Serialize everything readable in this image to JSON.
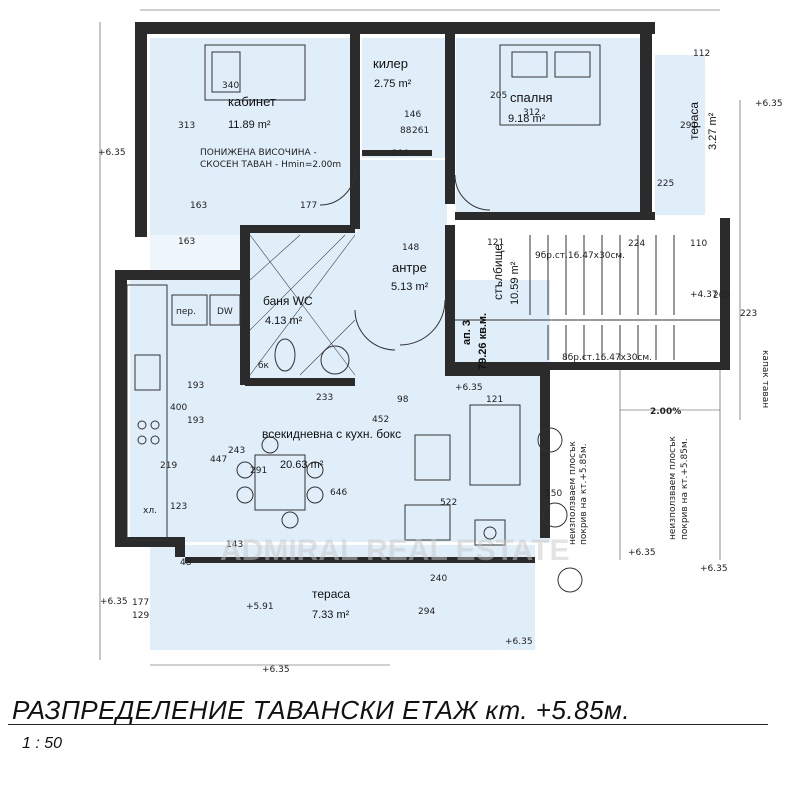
{
  "rooms": [
    {
      "name": "кабинет",
      "area": "11.89 m²"
    },
    {
      "name": "килер",
      "area": "2.75 m²"
    },
    {
      "name": "спалня",
      "area": "9.18 m²"
    },
    {
      "name": "тераса",
      "area": "3.27 m²"
    },
    {
      "name": "баня WC",
      "area": "4.13 m²"
    },
    {
      "name": "антре",
      "area": "5.13 m²"
    },
    {
      "name": "стълбище",
      "area": "10.59 m²"
    },
    {
      "name": "всекидневна с кухн. бокс",
      "area": "20.63 m²"
    },
    {
      "name": "тераса",
      "area": "7.33 m²"
    }
  ],
  "apartment": {
    "label": "ап. 3",
    "area": "79.26 кв.м."
  },
  "notes": {
    "low_ceiling_1": "ПОНИЖЕНА ВИСОЧИНА -",
    "low_ceiling_2": "СКОСЕН ТАВАН - Hmin=2.00m",
    "roof_1": "неизползваем плосък",
    "roof_2": "покрив на кт.+5.85м.",
    "stairs_top": "9бр.ст.16.47x30см.",
    "stairs_bottom": "8бр.ст.16.47x30см.",
    "slope": "2.00%",
    "ladder": "капак таван",
    "per": "пер.",
    "dw": "DW",
    "hl": "хл.",
    "bk": "бк"
  },
  "levels": [
    "+6.35",
    "+6.35",
    "+6.35",
    "+4.37",
    "+6.35",
    "+6.35",
    "+6.35",
    "+5.91",
    "+6.35",
    "+6.35"
  ],
  "dimensions": [
    "340",
    "313",
    "163",
    "177",
    "163",
    "146",
    "88",
    "210",
    "261",
    "205",
    "312",
    "224",
    "110",
    "121",
    "148",
    "98",
    "452",
    "522",
    "646",
    "233",
    "243",
    "447",
    "193",
    "193",
    "400",
    "219",
    "123",
    "291",
    "294",
    "240",
    "177",
    "129",
    "48",
    "143",
    "121",
    "150",
    "112",
    "291",
    "225",
    "200",
    "223"
  ],
  "watermark": "ADMIRAL REAL ESTATE",
  "title": "РАЗПРЕДЕЛЕНИЕ ТАВАНСКИ ЕТАЖ кт. +5.85м.",
  "scale": "1 : 50"
}
